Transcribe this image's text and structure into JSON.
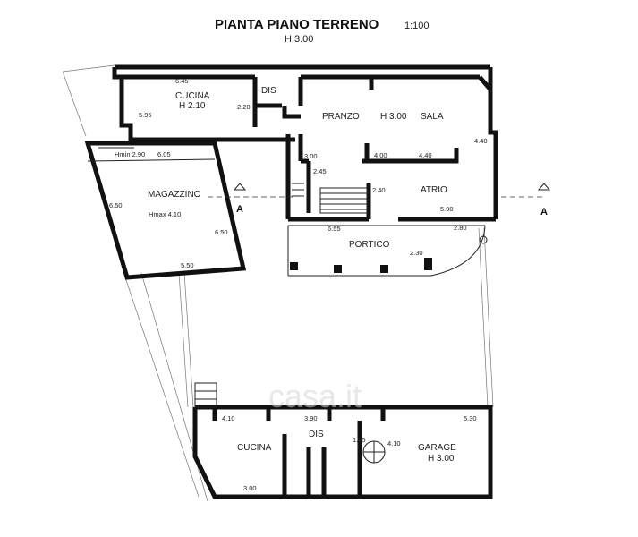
{
  "header": {
    "title": "PIANTA PIANO TERRENO",
    "scale": "1:100",
    "height": "H 3.00"
  },
  "section_marks": {
    "left": "A",
    "right": "A"
  },
  "rooms": {
    "cucina_top": "CUCINA",
    "cucina_top_h": "H 2.10",
    "dis_top": "DIS",
    "pranzo": "PRANZO",
    "pranzo_h": "H 3.00",
    "sala": "SALA",
    "magazzino": "MAGAZZINO",
    "magazzino_h": "Hmax 4.10",
    "magazzino_hmin": "Hmin 2.90",
    "atrio": "ATRIO",
    "portico": "PORTICO",
    "cucina_bottom": "CUCINA",
    "dis_bottom": "DIS",
    "garage": "GARAGE",
    "garage_h": "H 3.00"
  },
  "dimensions": {
    "d645": "6.45",
    "d595": "5.95",
    "d220": "2.20",
    "d440": "4.40",
    "d605": "6.05",
    "d300a": "3.00",
    "d400": "4.00",
    "d440b": "4.40",
    "d245": "2.45",
    "d240": "2.40",
    "d590": "5.90",
    "d655": "6.55",
    "d280": "2.80",
    "d230": "2.30",
    "d650": "6.50",
    "d550": "5.50",
    "d650b": "6.50",
    "d410": "4.10",
    "d390": "3.90",
    "d530": "5.30",
    "d185": "1.85",
    "d410b": "4.10",
    "d300b": "3.00"
  },
  "watermark": "casa.it"
}
